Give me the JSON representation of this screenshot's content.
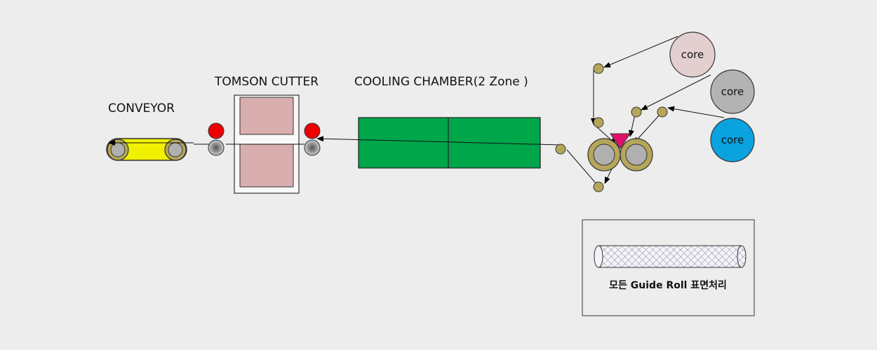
{
  "labels": {
    "conveyor": "CONVEYOR",
    "tomson_cutter": "TOMSON CUTTER",
    "cooling_chamber": "COOLING CHAMBER(2 Zone )",
    "core_top": "core",
    "core_middle": "core",
    "core_bottom": "core"
  },
  "legend": {
    "caption": "모든 Guide Roll 표면처리"
  },
  "colors": {
    "background": "#ededed",
    "conveyor_belt": "#f0f000",
    "roll_gold": "#b5a65a",
    "roll_gray": "#b0b0b0",
    "cutter_block": "#d8aeae",
    "nip_roll_red": "#ee0000",
    "cooling_green": "#00a64a",
    "core_pink": "#e3cfcf",
    "core_gray": "#b3b3b3",
    "core_blue": "#0aa2df",
    "triangle_magenta": "#e0106a"
  }
}
